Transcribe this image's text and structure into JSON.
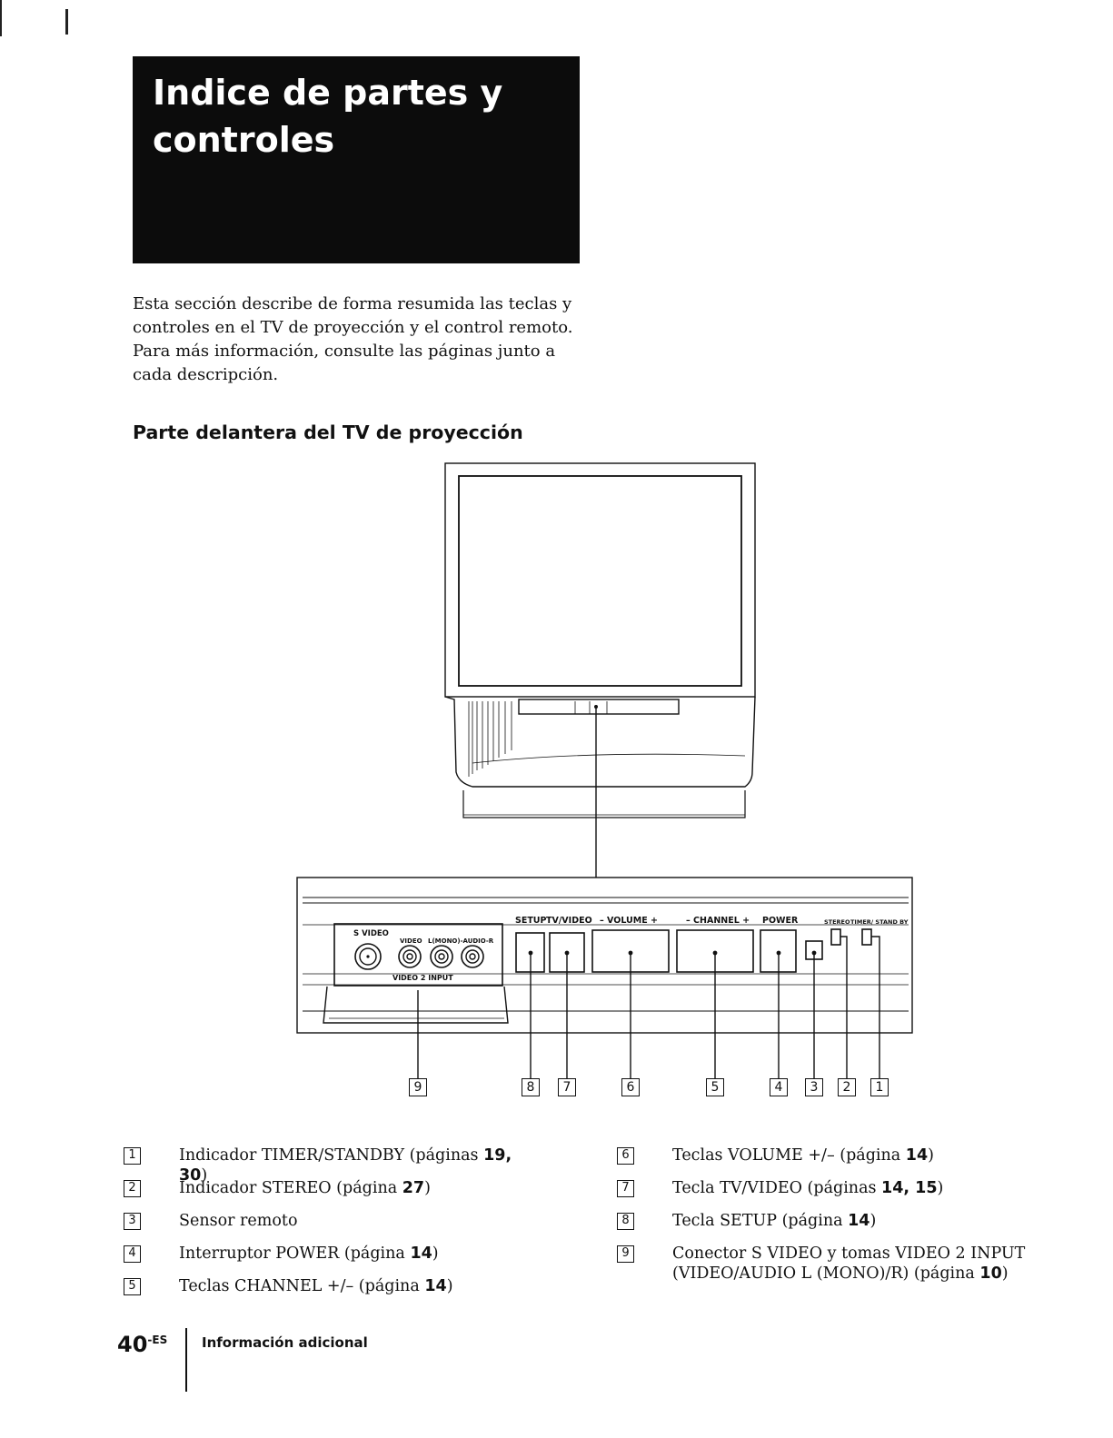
{
  "title": "Indice de partes y\ncontroles",
  "intro": "Esta sección describe de forma resumida las teclas y controles en el TV de proyección y el control remoto. Para más información, consulte las páginas junto a cada descripción.",
  "section_heading": "Parte delantera del TV de proyección",
  "panel_labels": {
    "setup": "SETUP",
    "tv_video": "TV/VIDEO",
    "volume": "– VOLUME +",
    "channel": "– CHANNEL +",
    "power": "POWER",
    "stereo": "STEREO",
    "timer_standby": "TIMER/ STAND BY",
    "s_video": "S VIDEO",
    "video": "VIDEO",
    "audio": "L(MONO)-AUDIO-R",
    "video2_input": "VIDEO 2 INPUT"
  },
  "callouts": [
    "9",
    "8",
    "7",
    "6",
    "5",
    "4",
    "3",
    "2",
    "1"
  ],
  "items_left": [
    {
      "num": "1",
      "text": "Indicador TIMER/STANDBY (páginas ",
      "pages": "19, 30",
      "end": ")"
    },
    {
      "num": "2",
      "text": "Indicador STEREO (página ",
      "pages": "27",
      "end": ")"
    },
    {
      "num": "3",
      "text": "Sensor remoto",
      "pages": "",
      "end": ""
    },
    {
      "num": "4",
      "text": "Interruptor POWER (página ",
      "pages": "14",
      "end": ")"
    },
    {
      "num": "5",
      "text": "Teclas CHANNEL +/– (página ",
      "pages": "14",
      "end": ")"
    }
  ],
  "items_right": [
    {
      "num": "6",
      "text": "Teclas VOLUME +/– (página ",
      "pages": "14",
      "end": ")"
    },
    {
      "num": "7",
      "text": "Tecla TV/VIDEO (páginas ",
      "pages": "14, 15",
      "end": ")"
    },
    {
      "num": "8",
      "text": "Tecla SETUP (página ",
      "pages": "14",
      "end": ")"
    },
    {
      "num": "9",
      "text": "Conector S VIDEO y tomas VIDEO 2 INPUT (VIDEO/AUDIO L (MONO)/R) (página ",
      "pages": "10",
      "end": ")"
    }
  ],
  "footer": {
    "page_number": "40",
    "page_suffix": "-ES",
    "section": "Información adicional"
  }
}
